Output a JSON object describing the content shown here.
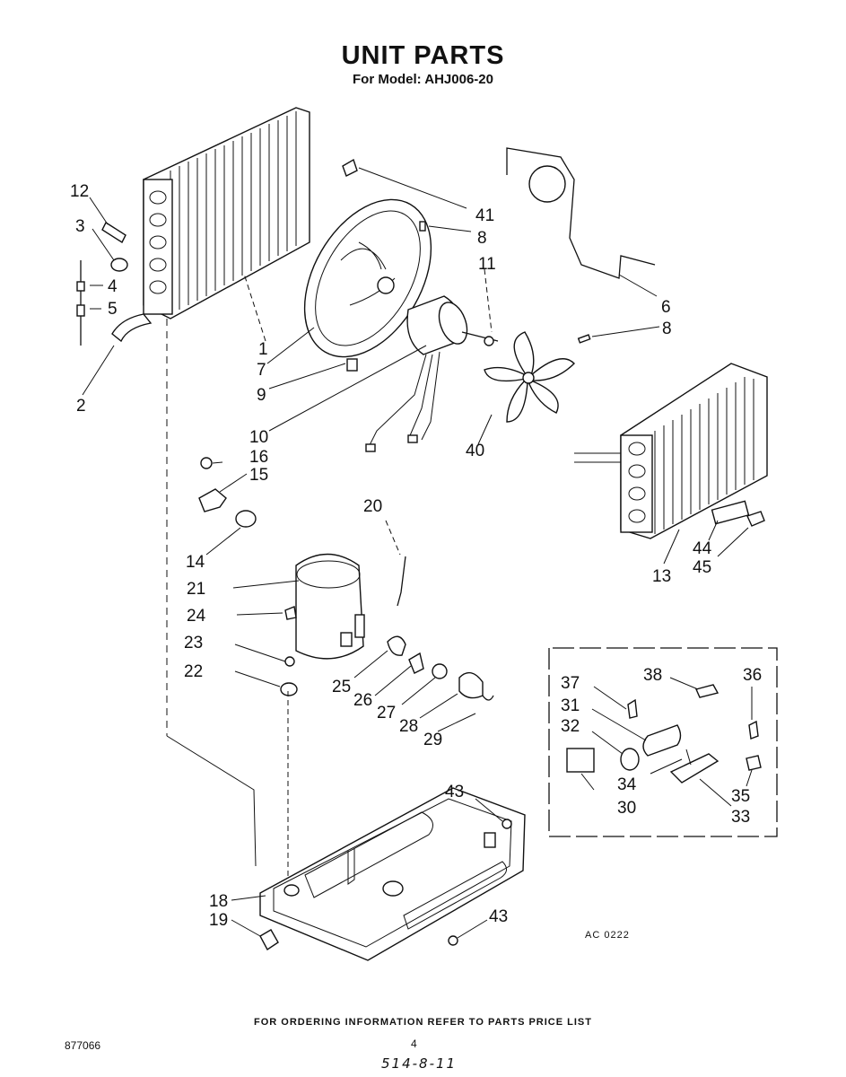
{
  "header": {
    "title": "UNIT PARTS",
    "subtitle": "For Model: AHJ006-20"
  },
  "callouts": [
    "12",
    "3",
    "4",
    "5",
    "2",
    "1",
    "7",
    "9",
    "10",
    "16",
    "15",
    "14",
    "41",
    "8",
    "11",
    "6",
    "8",
    "40",
    "13",
    "44",
    "45",
    "20",
    "21",
    "24",
    "23",
    "22",
    "25",
    "26",
    "27",
    "28",
    "29",
    "37",
    "31",
    "32",
    "38",
    "36",
    "34",
    "35",
    "30",
    "33",
    "43",
    "43",
    "18",
    "19"
  ],
  "inset_code": "AC 0222",
  "footer": {
    "ordering_note": "FOR ORDERING INFORMATION REFER TO PARTS PRICE LIST",
    "doc_number": "877066",
    "page_number": "4",
    "handwritten_note": "514-8-11"
  }
}
